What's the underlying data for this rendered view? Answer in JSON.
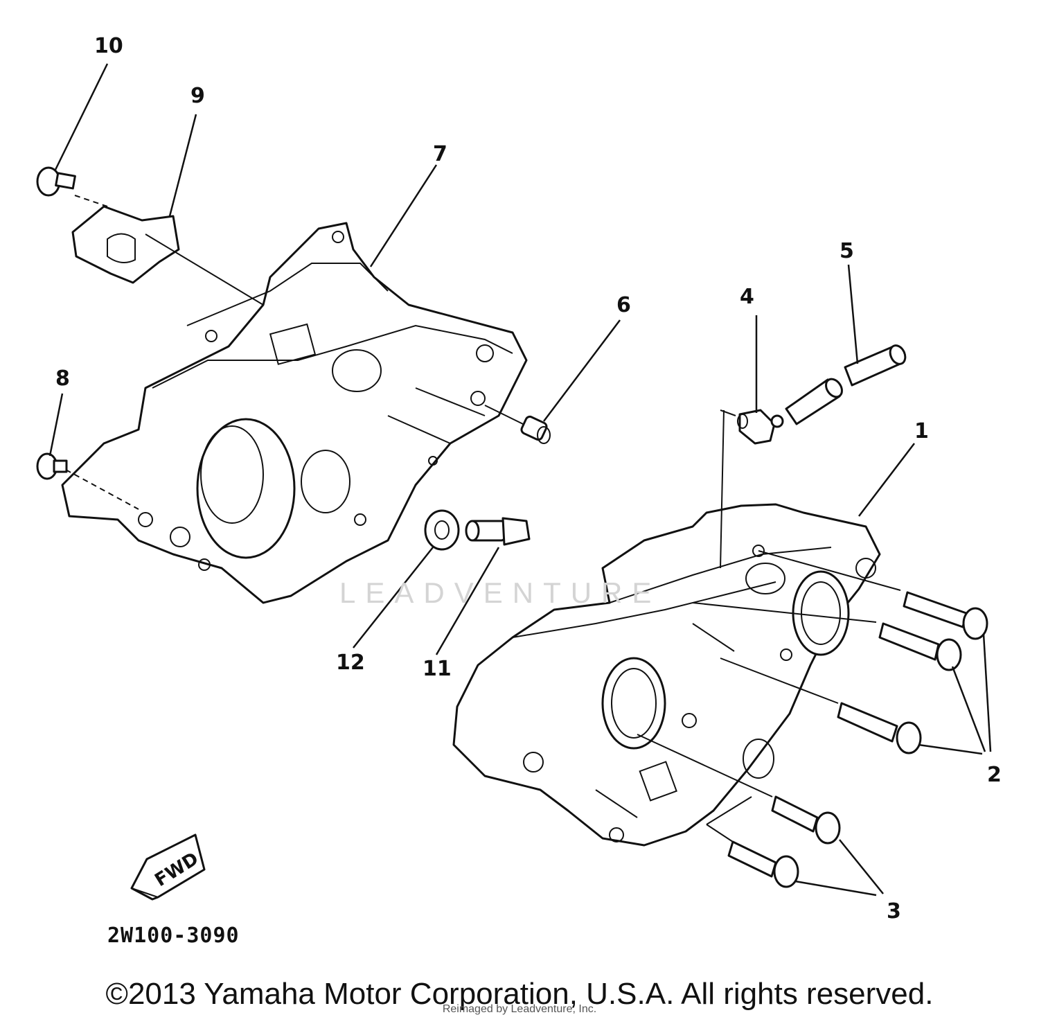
{
  "callouts": [
    {
      "label": "1"
    },
    {
      "label": "2"
    },
    {
      "label": "3"
    },
    {
      "label": "4"
    },
    {
      "label": "5"
    },
    {
      "label": "6"
    },
    {
      "label": "7"
    },
    {
      "label": "8"
    },
    {
      "label": "9"
    },
    {
      "label": "10"
    },
    {
      "label": "11"
    },
    {
      "label": "12"
    }
  ],
  "fwd_label": "FWD",
  "part_code": "2W100-3090",
  "copyright": "©2013 Yamaha Motor Corporation, U.S.A. All rights reserved.",
  "reprint_note": "Reimaged by Leadventure, Inc.",
  "watermark": "LEADVENTURE",
  "colors": {
    "ink": "#111111",
    "background": "#ffffff",
    "watermark": "#d4d4d4"
  }
}
